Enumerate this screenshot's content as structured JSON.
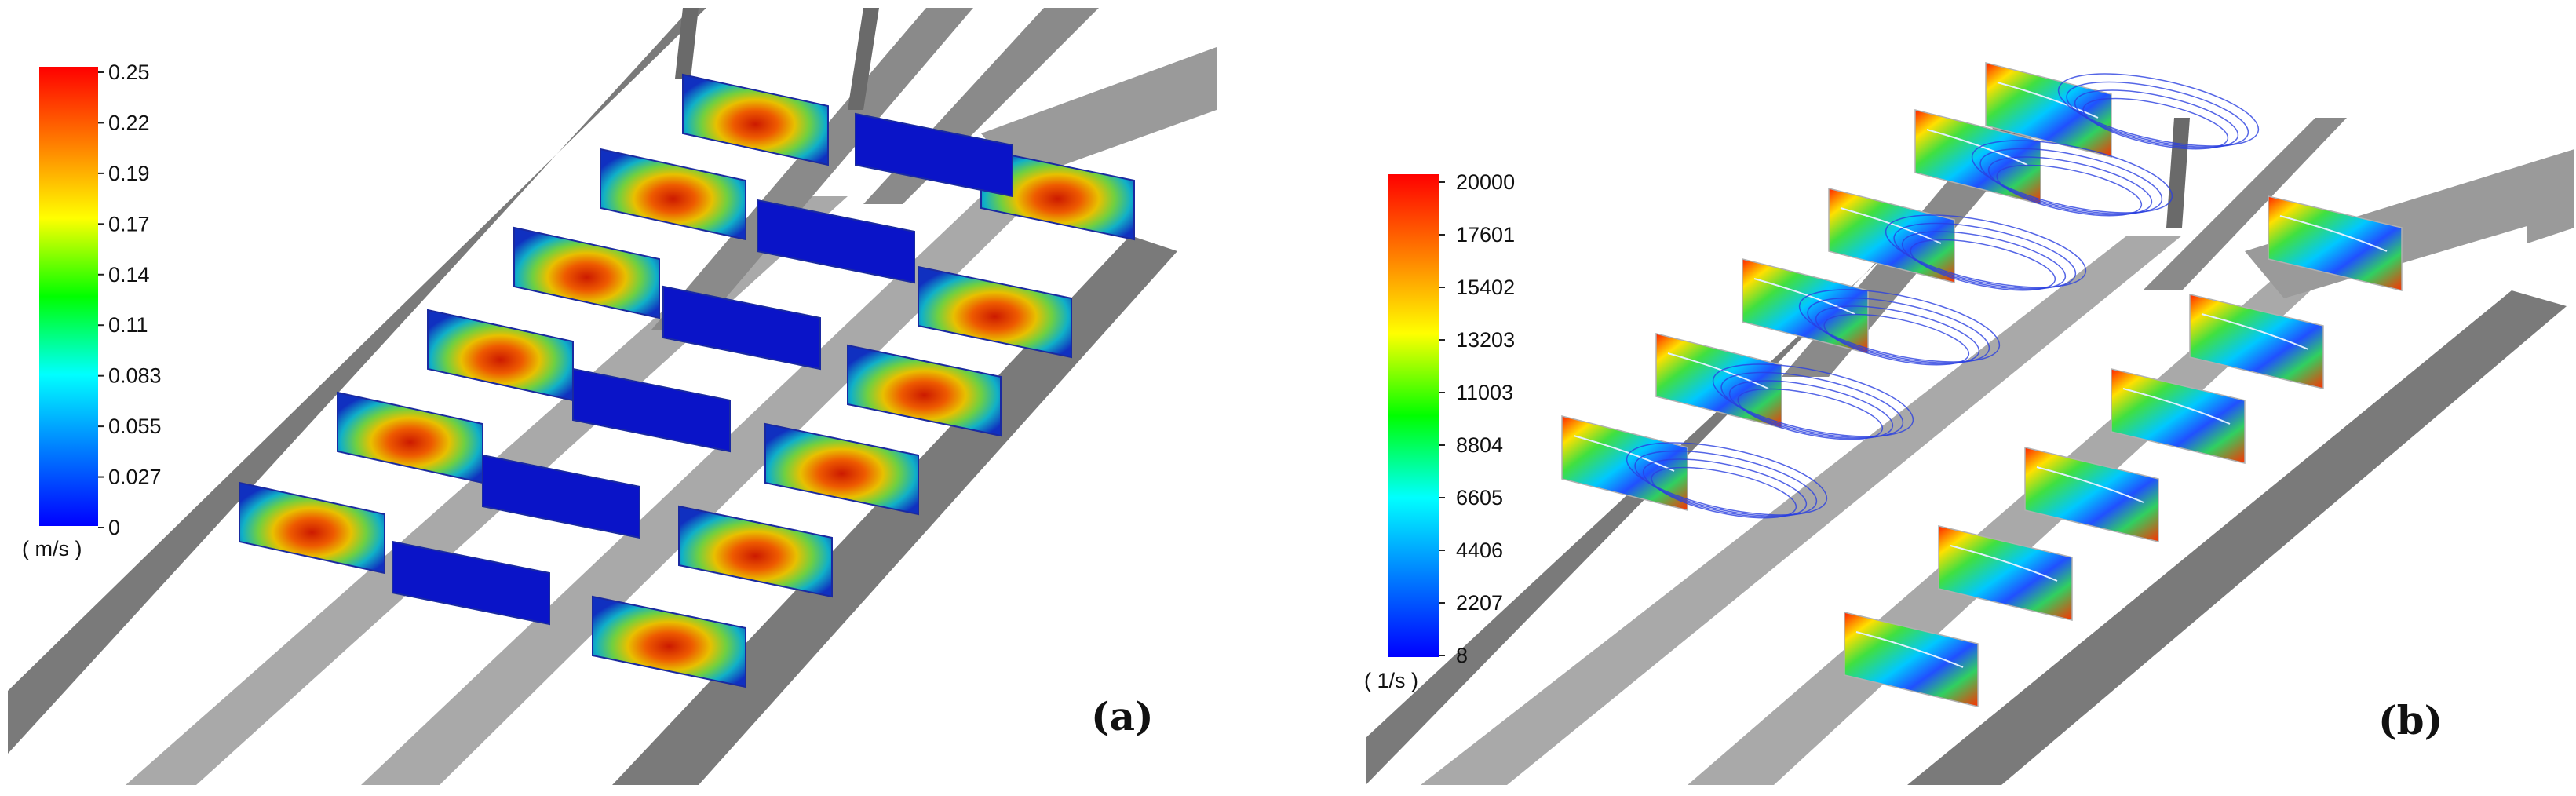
{
  "panels": [
    {
      "id": "a",
      "label": "(a)",
      "legend": {
        "unit": "( m/s )",
        "ticks": [
          "0.25",
          "0.22",
          "0.19",
          "0.17",
          "0.14",
          "0.11",
          "0.083",
          "0.055",
          "0.027",
          "0"
        ]
      }
    },
    {
      "id": "b",
      "label": "(b)",
      "legend": {
        "unit": "( 1/s )",
        "ticks": [
          "20000",
          "17601",
          "15402",
          "13203",
          "11003",
          "8804",
          "6605",
          "4406",
          "2207",
          "8"
        ]
      }
    }
  ],
  "colormap": [
    "#0000ff",
    "#0080ff",
    "#00ffff",
    "#00ff00",
    "#ffff00",
    "#ff8000",
    "#ff0000"
  ],
  "colors": {
    "wall_dark": "#6e6e6e",
    "wall_mid": "#8f8f8f",
    "floor_light": "#b4b4b4",
    "low_velocity": "#0a14c8"
  }
}
